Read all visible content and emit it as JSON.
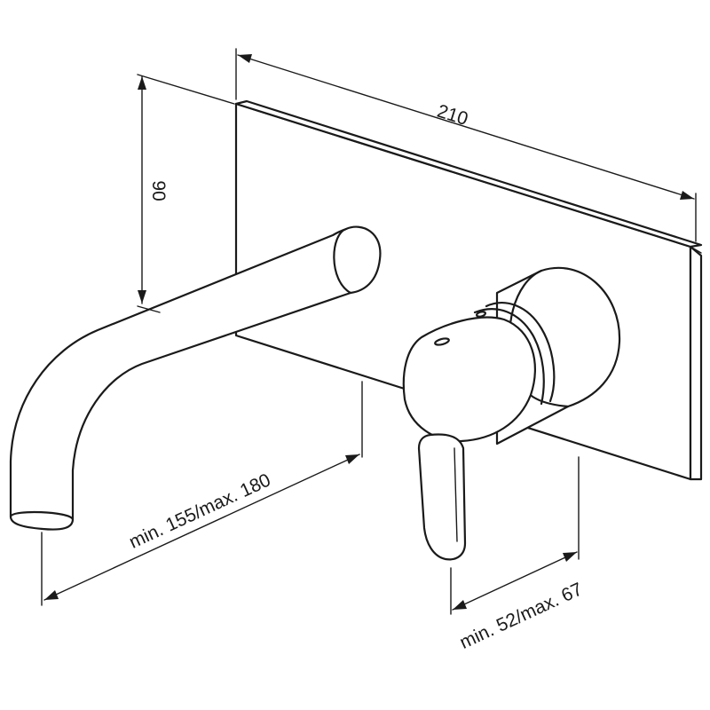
{
  "drawing": {
    "dimensions": {
      "plate_width": "210",
      "plate_height": "90",
      "spout_projection": "min. 155/max. 180",
      "mixer_projection": "min. 52/max. 67"
    },
    "colors": {
      "ink": "#1a1a1a",
      "paper": "#ffffff"
    }
  }
}
